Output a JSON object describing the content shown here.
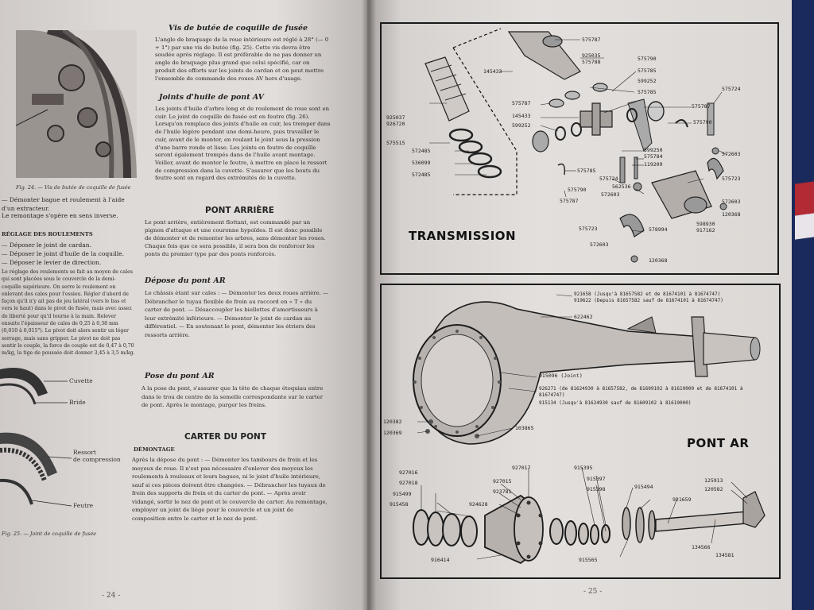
{
  "left_page": {
    "page_number": "- 24 -",
    "fig_caption_top": "Fig. 24. — Vis de butée de coquille de fusée",
    "fig_caption_bottom": "Fig. 25. — Joint de coquille de fusée",
    "fig_labels": {
      "cuvette": "Cuvette",
      "bride": "Bride",
      "ressort": "Ressort\nde compression",
      "feutre": "Feutre"
    },
    "col_left": [
      "— Démonter bague et roulement à l'aide d'un extracteur.",
      "Le remontage s'opère en sens inverse.",
      "RÉGLAGE DES ROULEMENTS",
      "— Déposer le joint de cardan.",
      "— Déposer le joint d'huile de la coquille.",
      "— Déposer le levier de direction.",
      "Le réglage des roulements se fait au moyen de cales qui sont placées sous le couvercle de la demi-coquille supérieure. On serre le roulement en enlevant des cales pour l'essieu. Régler d'abord de façon qu'il n'y ait pas de jeu latéral (vers le bas et vers le haut) dans le pivot de fusée, mais avec assez de liberté pour qu'il tourne à la main. Relever ensuite l'épaisseur de cales de 0,25 à 0,38 mm (0,010 à 0,015\"). Le pivot doit alors sentir un léger serrage, mais sans gripper. Le pivot ne doit pas sentir le couple, la force de couple est de 0,47 à 0,70 m/kg, la tige de poussée doit donner 3,45 à 3,5 m/kg."
    ],
    "section1_title": "Vis de butée de coquille de fusée",
    "section1_body": "L'angle de braquage de la roue intérieure est réglé à 28° (— 0 + 1°) par une vis de butée (fig. 25). Cette vis devra être soudée après réglage. Il est préférable de ne pas donner un angle de braquage plus grand que celui spécifié, car on produit des efforts sur les joints de cardan et on peut mettre l'ensemble de commande des roues AV hors d'usage.",
    "section2_title": "Joints d'huile de pont AV",
    "section2_body": "Les joints d'huile d'arbre long et de roulement de roue sont en cuir. Le joint de coquille de fusée est en feutre (fig. 26). Lorsqu'on remplace des joints d'huile en cuir, les tremper dans de l'huile légère pendant une demi-heure, puis travailler le cuir, avant de le monter, en roulant le joint sous la pression d'une barre ronde et lisse. Les joints en feutre de coquille seront également trempés dans de l'huile avant montage. Veiller, avant de monter le feutre, à mettre en place le ressort de compression dans la cuvette. S'assurer que les bouts du feutre sont en regard des extrémités de la cuvette.",
    "section3_title": "PONT ARRIÈRE",
    "section3_body": "Le pont arrière, entièrement flottant, est commandé par un pignon d'attaque et une couronne hypoïdes. Il est donc possible de démonter et de remonter les arbres, sans démonter les roues. Chaque fois que ce sera possible, il sera bon de renforcer les ponts du premier type par des ponts renforcés.",
    "section4_title": "Dépose du pont AR",
    "section4_body": "Le châssis étant sur cales : — Démonter les deux roues arrière. — Débrancher le tuyau flexible de frein au raccord en « T » du carter de pont. — Désaccoupler les biellettes d'amortisseurs à leur extrémité inférieure. — Démonter le joint de cardan au différentiel. — En soutenant le pont, démonter les étriers des ressorts arrière.",
    "section5_title": "Pose du pont AR",
    "section5_body": "A la pose du pont, s'assurer que la tête de chaque étoquiau entre dans le trou de centre de la semelle correspondante sur le carter de pont. Après le montage, purger les freins.",
    "section6_title": "CARTER DU PONT",
    "section6_sub": "DÉMONTAGE",
    "section6_body": "Après la dépose du pont : — Démonter les tambours de frein et les moyeux de roue. Il n'est pas nécessaire d'enlever des moyeux les roulements à rouleaux et leurs bagues, ni le joint d'huile intérieure, sauf si ces pièces doivent être changées. — Débrancher les tuyaux de frein des supports de frein et du carter de pont. — Après avoir vidangé, sortir le nez de pont et le couvercle de carter. Au remontage, employer un joint de liège pour le couvercle et un joint de composition entre le carter et le nez de pont."
  },
  "right_page": {
    "page_number": "- 25 -",
    "transmission_title": "TRANSMISSION",
    "pont_title": "PONT AR",
    "transmission_parts": {
      "p1": "575787",
      "p2": "925035",
      "p3": "575788",
      "p4": "575790",
      "p5": "575785",
      "p6": "599252",
      "p7": "145433",
      "p8": "575785",
      "p9": "575724",
      "p10": "925037",
      "p11": "926720",
      "p12": "575787",
      "p13": "575787",
      "p14": "145433",
      "p15": "599252",
      "p16": "575790",
      "p17": "575515",
      "p18": "572485",
      "p19": "599250",
      "p20": "575784",
      "p21": "119209",
      "p22": "572603",
      "p23": "536099",
      "p24": "572485",
      "p25": "575785",
      "p26": "575724",
      "p27": "562536",
      "p28": "575723",
      "p29": "575790",
      "p30": "572603",
      "p31": "572603",
      "p32": "575787",
      "p33": "120368",
      "p34": "598930",
      "p35": "917162",
      "p36": "575723",
      "p37": "578994",
      "p38": "572603",
      "p39": "120368"
    },
    "pont_parts": {
      "q1": "921658 (Jusqu'à 81657582 et de 81674101 à 81674747)",
      "q2": "919622 (Depuis 81657582 sauf de 81674101 à 81674747)",
      "q3": "622462",
      "q4": "915096 (Joint)",
      "q5": "926271 (de 81624930 à 81657582, de 81609102 à 81619000 et de 81674101 à 81674747)",
      "q6": "915134 (Jusqu'à 81624930 sauf de 81609102 à 81619000)",
      "q7": "120382",
      "q8": "120369",
      "q9": "103865",
      "q10": "927016",
      "q11": "927018",
      "q12": "915499",
      "q13": "915458",
      "q14": "927017",
      "q15": "927015",
      "q16": "923781",
      "q17": "924628",
      "q18": "915395",
      "q19": "915397",
      "q20": "915398",
      "q21": "915494",
      "q22": "921659",
      "q23": "125913",
      "q24": "120582",
      "q25": "916414",
      "q26": "915565",
      "q27": "134566",
      "q28": "134581"
    }
  }
}
